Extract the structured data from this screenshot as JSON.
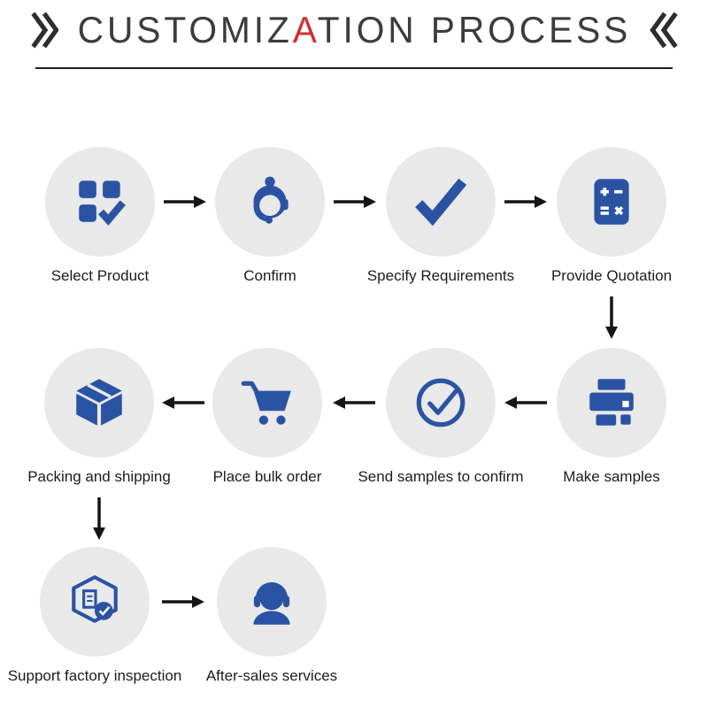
{
  "title": {
    "part1": "CUSTOMIZ",
    "accent": "A",
    "part2": "TION PROCESS"
  },
  "steps": [
    {
      "label": "Select Product",
      "icon": "product-grid"
    },
    {
      "label": "Confirm",
      "icon": "customer-service-agent"
    },
    {
      "label": "Specify Requirements",
      "icon": "checkmark"
    },
    {
      "label": "Provide Quotation",
      "icon": "calculator"
    },
    {
      "label": "Make samples",
      "icon": "printer"
    },
    {
      "label": "Send samples to confirm",
      "icon": "circle-check"
    },
    {
      "label": "Place bulk order",
      "icon": "shopping-cart"
    },
    {
      "label": "Packing and shipping",
      "icon": "shipping-box"
    },
    {
      "label": "Support factory inspection",
      "icon": "factory-inspection-badge"
    },
    {
      "label": "After-sales services",
      "icon": "headset-person"
    }
  ],
  "colors": {
    "icon_blue": "#2b53a3",
    "circle_bg": "#e9e9e9",
    "arrow": "#151515",
    "title_accent": "#cf3030",
    "title_text": "#3c3c3c"
  }
}
